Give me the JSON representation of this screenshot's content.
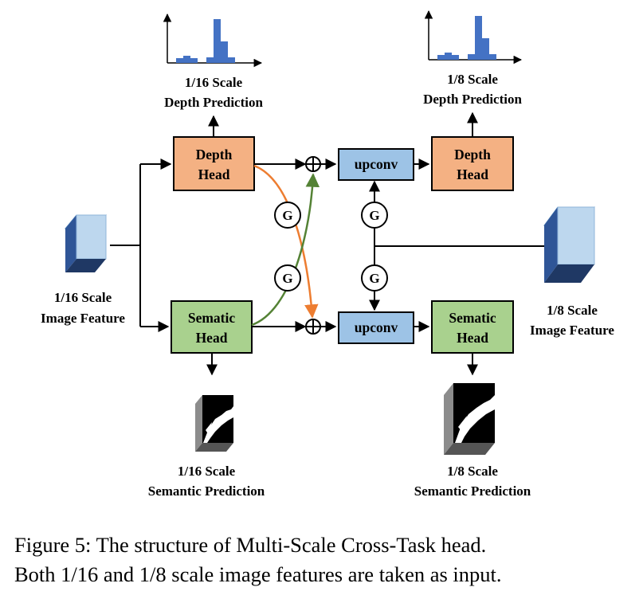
{
  "inputs": {
    "feature_1_16": {
      "line1": "1/16 Scale",
      "line2": "Image Feature"
    },
    "feature_1_8": {
      "line1": "1/8 Scale",
      "line2": "Image Feature"
    }
  },
  "heads": {
    "depth_1_16": {
      "line1": "Depth",
      "line2": "Head"
    },
    "semantic_1_16": {
      "line1": "Sematic",
      "line2": "Head"
    },
    "depth_1_8": {
      "line1": "Depth",
      "line2": "Head"
    },
    "semantic_1_8": {
      "line1": "Sematic",
      "line2": "Head"
    }
  },
  "upconv": {
    "top": "upconv",
    "bottom": "upconv"
  },
  "gates": {
    "label": "G"
  },
  "outputs": {
    "depth_1_16": {
      "line1": "1/16 Scale",
      "line2": "Depth Prediction"
    },
    "depth_1_8": {
      "line1": "1/8 Scale",
      "line2": "Depth Prediction"
    },
    "semantic_1_16": {
      "line1": "1/16 Scale",
      "line2": "Semantic Prediction"
    },
    "semantic_1_8": {
      "line1": "1/8 Scale",
      "line2": "Semantic Prediction"
    }
  },
  "colors": {
    "depth_head": "#f4b183",
    "semantic_head": "#a9d18e",
    "upconv": "#9dc3e6",
    "feature": "#bdd7ee",
    "histogram": "#4472c4",
    "orange_arrow": "#ed7d31",
    "green_arrow": "#548235"
  },
  "caption": {
    "line1": "Figure 5:  The structure of Multi-Scale Cross-Task head.",
    "line2": "Both 1/16 and 1/8 scale image features are taken as input."
  }
}
